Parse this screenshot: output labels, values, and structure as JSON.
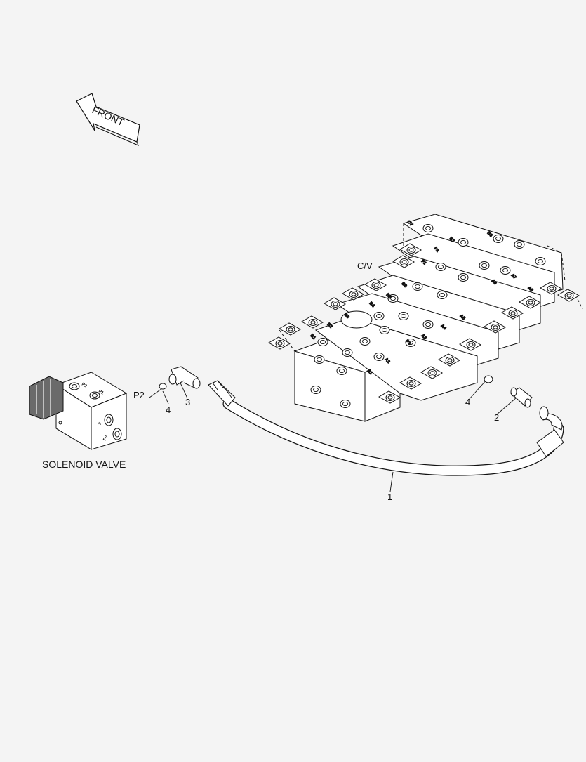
{
  "diagram": {
    "front_label": "FRONT",
    "solenoid_label": "SOLENOID VALVE",
    "cv_label": "C/V",
    "p2_label": "P2",
    "callouts": {
      "hose": "1",
      "adapter": "2",
      "elbow": "3",
      "oring_left": "4",
      "oring_right": "4"
    },
    "solenoid_ports": [
      "P2",
      "P1",
      "T",
      "P0"
    ],
    "valve_ports": [
      "A1",
      "B1",
      "P3",
      "B2",
      "A2",
      "B3",
      "A3",
      "B4",
      "A4",
      "B5",
      "A5",
      "B6",
      "A6",
      "B7",
      "A7",
      "B8",
      "A8",
      "P1",
      "P2",
      "CV"
    ]
  }
}
